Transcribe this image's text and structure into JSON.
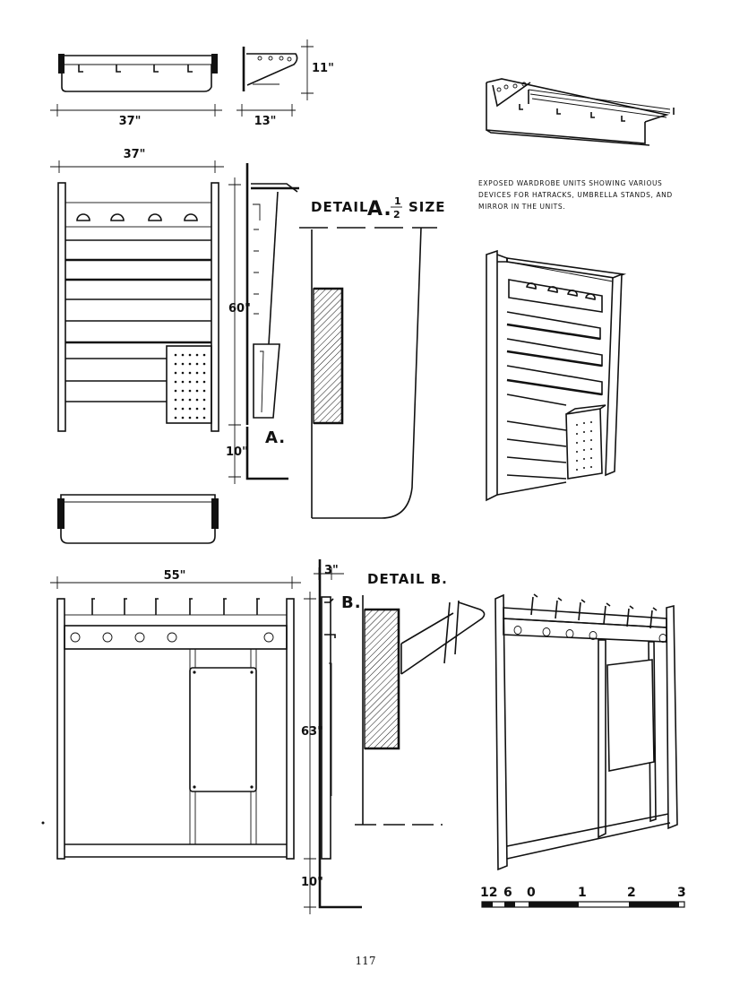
{
  "dimensions": {
    "rack_width": "37\"",
    "rack_depth": "13\"",
    "rack_height": "11\"",
    "unit1_width": "37\"",
    "unit1_height": "60\"",
    "unit1_floor": "10\"",
    "unit2_width": "55\"",
    "unit2_depth": "3\"",
    "unit2_height": "63\"",
    "unit2_floor": "10\""
  },
  "details": {
    "a_title_prefix": "DETAIL",
    "a_letter": "A.",
    "a_fraction_num": "1",
    "a_fraction_den": "2",
    "a_suffix": "SIZE",
    "a_marker": "A.",
    "b_title": "DETAIL B.",
    "b_marker": "B."
  },
  "caption": {
    "line1": "EXPOSED  WARDROBE  UNITS  SHOWING  VARIOUS",
    "line2": "DEVICES FOR HATRACKS, UMBRELLA STANDS, AND",
    "line3": "MIRROR  IN  THE  UNITS."
  },
  "scale_bar": {
    "labels": [
      "12",
      "6",
      "0",
      "1",
      "2",
      "3"
    ]
  },
  "page_number": "117"
}
